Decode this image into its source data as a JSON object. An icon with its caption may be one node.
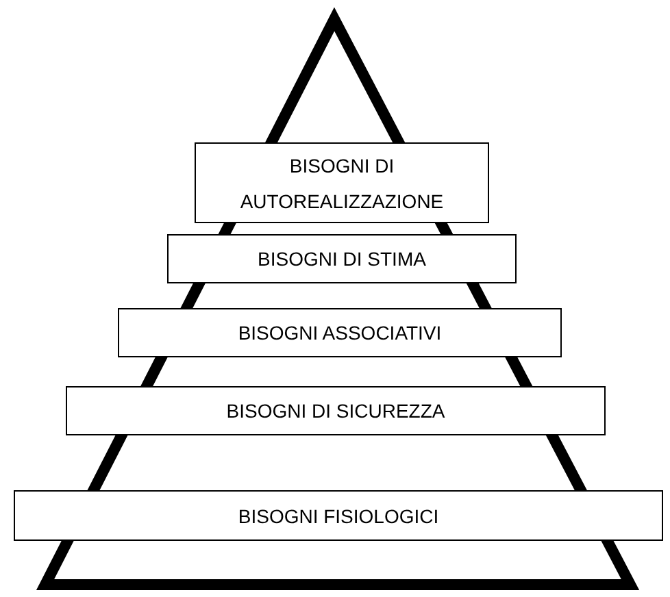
{
  "diagram": {
    "nodes": [
      {
        "text": [
          "BISOGNI DI AUTOREALIZZAZIONE"
        ]
      },
      {
        "text": [
          "BISOGNI DI STIMA"
        ]
      },
      {
        "text": [
          "BISOGNI ASSOCIATIVI"
        ]
      },
      {
        "text": [
          "BISOGNI DI SICUREZZA"
        ]
      },
      {
        "text": [
          "BISOGNI FISIOLOGICI"
        ]
      }
    ]
  }
}
